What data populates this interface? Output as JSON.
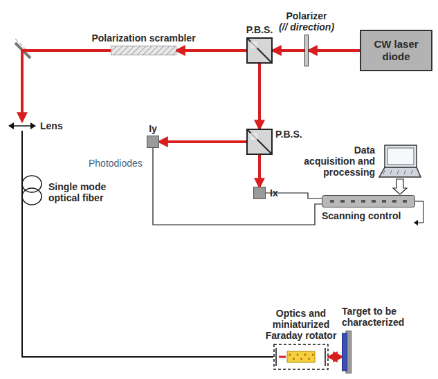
{
  "diagram": {
    "nodes": [
      {
        "text": [
          "Polarizer",
          "(// direction)"
        ]
      },
      {
        "text": [
          "CW laser diode"
        ]
      },
      {
        "text": [
          "Polarization scrambler"
        ]
      },
      {
        "text": [
          "P.B.S."
        ]
      },
      {
        "text": [
          "Lens"
        ]
      },
      {
        "text": [
          "Data acquisition and processing"
        ]
      },
      {
        "text": [
          "Iy"
        ]
      },
      {
        "text": [
          "P.B.S."
        ]
      },
      {
        "text": [
          "Ix"
        ]
      },
      {
        "text": [
          "Scanning control"
        ]
      },
      {
        "text": [
          "Optics and miniaturized Faraday rotator"
        ]
      },
      {
        "text": [
          "Target to be characterized"
        ]
      }
    ],
    "edges": [
      {
        "from": 1,
        "to": 0,
        "arrow": "to"
      },
      {
        "from": 0,
        "to": 3,
        "arrow": "to"
      },
      {
        "from": 3,
        "to": 2,
        "arrow": "to"
      },
      {
        "from": 2,
        "to": 4,
        "arrow": "to"
      },
      {
        "from": 4,
        "to": 10,
        "arrow": "none"
      },
      {
        "from": 3,
        "to": 7,
        "arrow": "to"
      },
      {
        "from": 7,
        "to": 6,
        "arrow": "to"
      },
      {
        "from": 7,
        "to": 8,
        "arrow": "to"
      },
      {
        "from": 6,
        "to": 9,
        "arrow": "none"
      },
      {
        "from": 8,
        "to": 9,
        "arrow": "none"
      },
      {
        "from": 5,
        "to": 9,
        "arrow": "to"
      },
      {
        "from": 10,
        "to": 11,
        "arrow": "both"
      }
    ],
    "labels": [
      "Photodiodes",
      "Single mode optical fiber"
    ]
  }
}
